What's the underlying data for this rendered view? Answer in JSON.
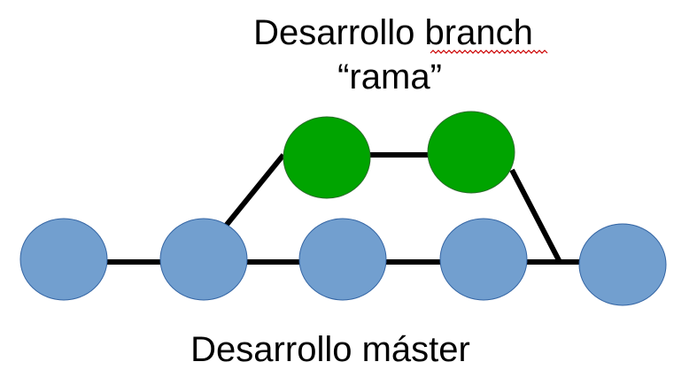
{
  "labels": {
    "branch_line1": "Desarrollo branch",
    "branch_line2": "“rama”",
    "master": "Desarrollo máster"
  },
  "colors": {
    "master_node_fill": "#729fcf",
    "master_node_stroke": "#3465a4",
    "branch_node_fill": "#00a400",
    "branch_node_stroke": "#2a6e2a",
    "edge": "#000000",
    "spellcheck_underline": "#cc0000"
  },
  "graph": {
    "master_nodes": [
      "m1",
      "m2",
      "m3",
      "m4",
      "m5"
    ],
    "branch_nodes": [
      "b1",
      "b2"
    ],
    "edges": [
      [
        "m1",
        "m2"
      ],
      [
        "m2",
        "m3"
      ],
      [
        "m3",
        "m4"
      ],
      [
        "m4",
        "m5"
      ],
      [
        "m2",
        "b1"
      ],
      [
        "b1",
        "b2"
      ],
      [
        "b2",
        "m5"
      ]
    ]
  }
}
